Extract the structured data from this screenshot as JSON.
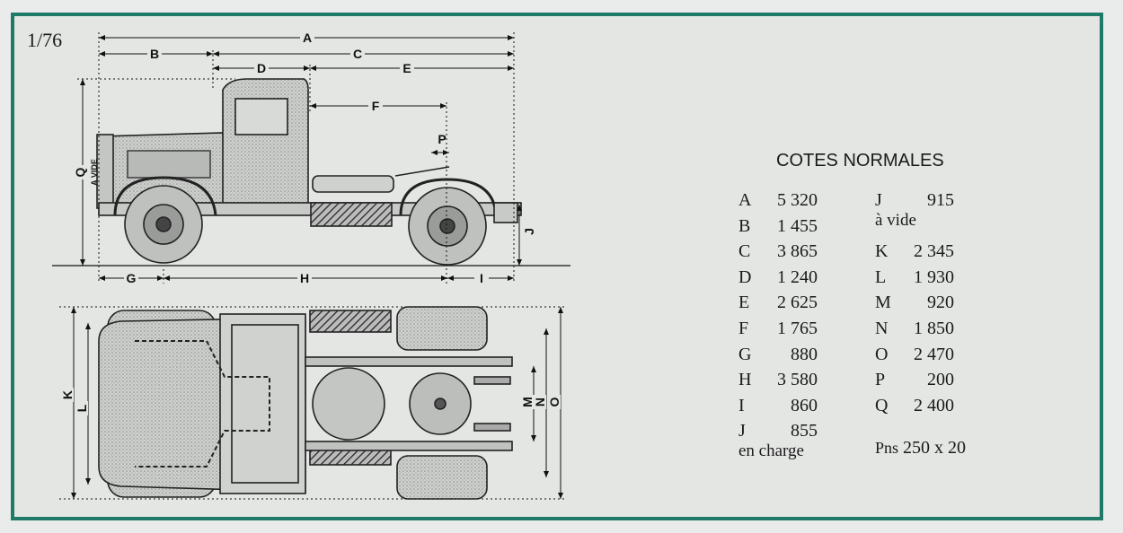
{
  "scale": "1/76",
  "dimension_labels": {
    "A": "A",
    "B": "B",
    "C": "C",
    "D": "D",
    "E": "E",
    "F": "F",
    "P": "P",
    "G": "G",
    "H": "H",
    "I": "I",
    "Q": "Q",
    "J": "J",
    "K": "K",
    "L": "L",
    "M": "M",
    "N": "N",
    "O": "O",
    "a_vide": "A VIDE"
  },
  "specs": {
    "title": "COTES NORMALES",
    "col1": [
      {
        "key": "A",
        "value": "5 320"
      },
      {
        "key": "B",
        "value": "1 455"
      },
      {
        "key": "C",
        "value": "3 865"
      },
      {
        "key": "D",
        "value": "1 240"
      },
      {
        "key": "E",
        "value": "2 625"
      },
      {
        "key": "F",
        "value": "1 765"
      },
      {
        "key": "G",
        "value": "880"
      },
      {
        "key": "H",
        "value": "3 580"
      },
      {
        "key": "I",
        "value": "860"
      },
      {
        "key": "J",
        "value": "855"
      }
    ],
    "col1_note": "en charge",
    "col2": [
      {
        "key": "J",
        "value": "915"
      },
      {
        "key": "K",
        "value": "2 345"
      },
      {
        "key": "L",
        "value": "1 930"
      },
      {
        "key": "M",
        "value": "920"
      },
      {
        "key": "N",
        "value": "1 850"
      },
      {
        "key": "O",
        "value": "2 470"
      },
      {
        "key": "P",
        "value": "200"
      },
      {
        "key": "Q",
        "value": "2 400"
      }
    ],
    "col2_note": "à vide",
    "tyres_prefix": "Pns",
    "tyres_value": "250 x 20"
  }
}
